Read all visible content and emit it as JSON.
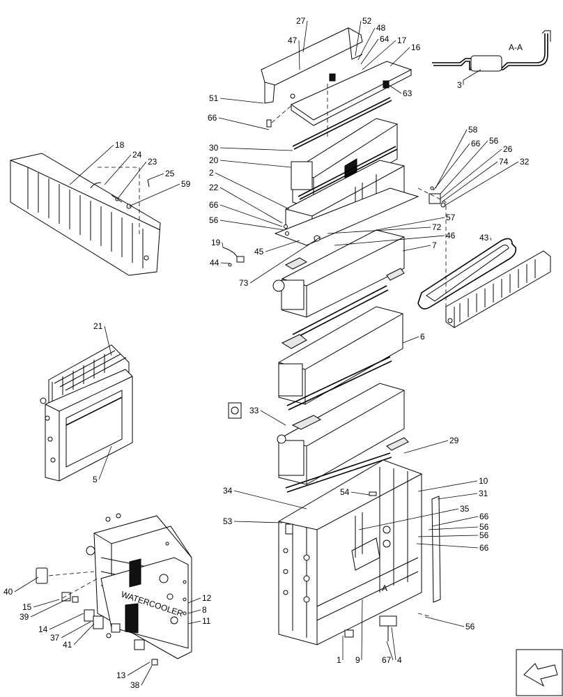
{
  "section_label": "A-A",
  "view_marker": "A",
  "callouts": [
    {
      "id": "27"
    },
    {
      "id": "52"
    },
    {
      "id": "48"
    },
    {
      "id": "47"
    },
    {
      "id": "64"
    },
    {
      "id": "17"
    },
    {
      "id": "16"
    },
    {
      "id": "51"
    },
    {
      "id": "63"
    },
    {
      "id": "66"
    },
    {
      "id": "30"
    },
    {
      "id": "20"
    },
    {
      "id": "2"
    },
    {
      "id": "22"
    },
    {
      "id": "66"
    },
    {
      "id": "56"
    },
    {
      "id": "19"
    },
    {
      "id": "44"
    },
    {
      "id": "45"
    },
    {
      "id": "73"
    },
    {
      "id": "57"
    },
    {
      "id": "72"
    },
    {
      "id": "46"
    },
    {
      "id": "7"
    },
    {
      "id": "43"
    },
    {
      "id": "58"
    },
    {
      "id": "66"
    },
    {
      "id": "56"
    },
    {
      "id": "26"
    },
    {
      "id": "74"
    },
    {
      "id": "32"
    },
    {
      "id": "3"
    },
    {
      "id": "18"
    },
    {
      "id": "24"
    },
    {
      "id": "23"
    },
    {
      "id": "25"
    },
    {
      "id": "59"
    },
    {
      "id": "21"
    },
    {
      "id": "5"
    },
    {
      "id": "6"
    },
    {
      "id": "33"
    },
    {
      "id": "29"
    },
    {
      "id": "10"
    },
    {
      "id": "34"
    },
    {
      "id": "54"
    },
    {
      "id": "31"
    },
    {
      "id": "35"
    },
    {
      "id": "53"
    },
    {
      "id": "66"
    },
    {
      "id": "56"
    },
    {
      "id": "56"
    },
    {
      "id": "66"
    },
    {
      "id": "56"
    },
    {
      "id": "1"
    },
    {
      "id": "9"
    },
    {
      "id": "67"
    },
    {
      "id": "4"
    },
    {
      "id": "40"
    },
    {
      "id": "15"
    },
    {
      "id": "39"
    },
    {
      "id": "14"
    },
    {
      "id": "37"
    },
    {
      "id": "41"
    },
    {
      "id": "12"
    },
    {
      "id": "8"
    },
    {
      "id": "11"
    },
    {
      "id": "13"
    },
    {
      "id": "38"
    }
  ]
}
